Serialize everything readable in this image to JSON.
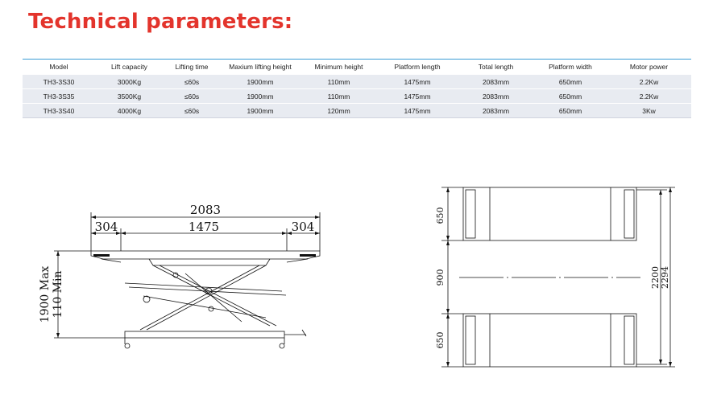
{
  "title": "Technical parameters:",
  "table": {
    "headers": [
      "Model",
      "Lift capacity",
      "Lifting time",
      "Maxium lifting height",
      "Minimum height",
      "Platform length",
      "Total length",
      "Platform width",
      "Motor power"
    ],
    "rows": [
      [
        "TH3-3S30",
        "3000Kg",
        "≤60s",
        "1900mm",
        "110mm",
        "1475mm",
        "2083mm",
        "650mm",
        "2.2Kw"
      ],
      [
        "TH3-3S35",
        "3500Kg",
        "≤60s",
        "1900mm",
        "110mm",
        "1475mm",
        "2083mm",
        "650mm",
        "2.2Kw"
      ],
      [
        "TH3-3S40",
        "4000Kg",
        "≤60s",
        "1900mm",
        "120mm",
        "1475mm",
        "2083mm",
        "650mm",
        "3Kw"
      ]
    ]
  },
  "side_drawing": {
    "total_length": "2083",
    "left_overhang": "304",
    "platform_length": "1475",
    "right_overhang": "304",
    "height_max": "1900 Max",
    "height_min": "110 Min"
  },
  "top_drawing": {
    "platform_width_top": "650",
    "gap": "900",
    "platform_width_bottom": "650",
    "inner_width": "2200",
    "outer_width": "2294"
  },
  "colors": {
    "title": "#e3342c",
    "table_rule": "#3a9bd5",
    "row_bg": "#e8ebf1"
  }
}
